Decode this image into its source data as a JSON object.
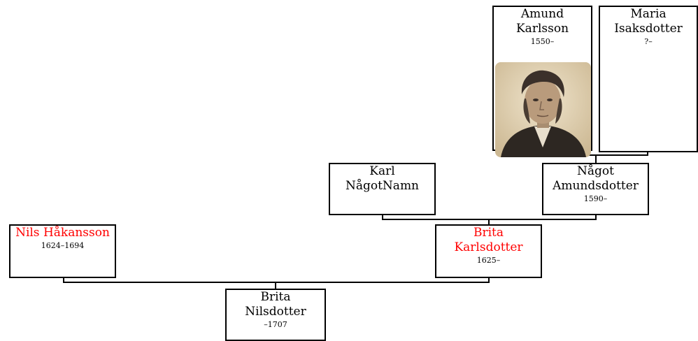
{
  "people": {
    "amund": {
      "name": "Amund Karlsson",
      "dates": "1550–",
      "has_portrait": true
    },
    "maria": {
      "name": "Maria Isaksdotter",
      "dates": "?–"
    },
    "karl": {
      "name": "Karl NågotNamn",
      "dates": ""
    },
    "nagot": {
      "name": "Något Amundsdotter",
      "dates": "1590–"
    },
    "nils": {
      "name": "Nils Håkansson",
      "dates": "1624–1694",
      "highlighted": true
    },
    "brita_k": {
      "name": "Brita Karlsdotter",
      "dates": "1625–",
      "highlighted": true
    },
    "brita_n": {
      "name": "Brita Nilsdotter",
      "dates": "–1707"
    }
  },
  "colors": {
    "highlight": "#ff0000",
    "box_border": "#000000",
    "connector": "#000000"
  }
}
